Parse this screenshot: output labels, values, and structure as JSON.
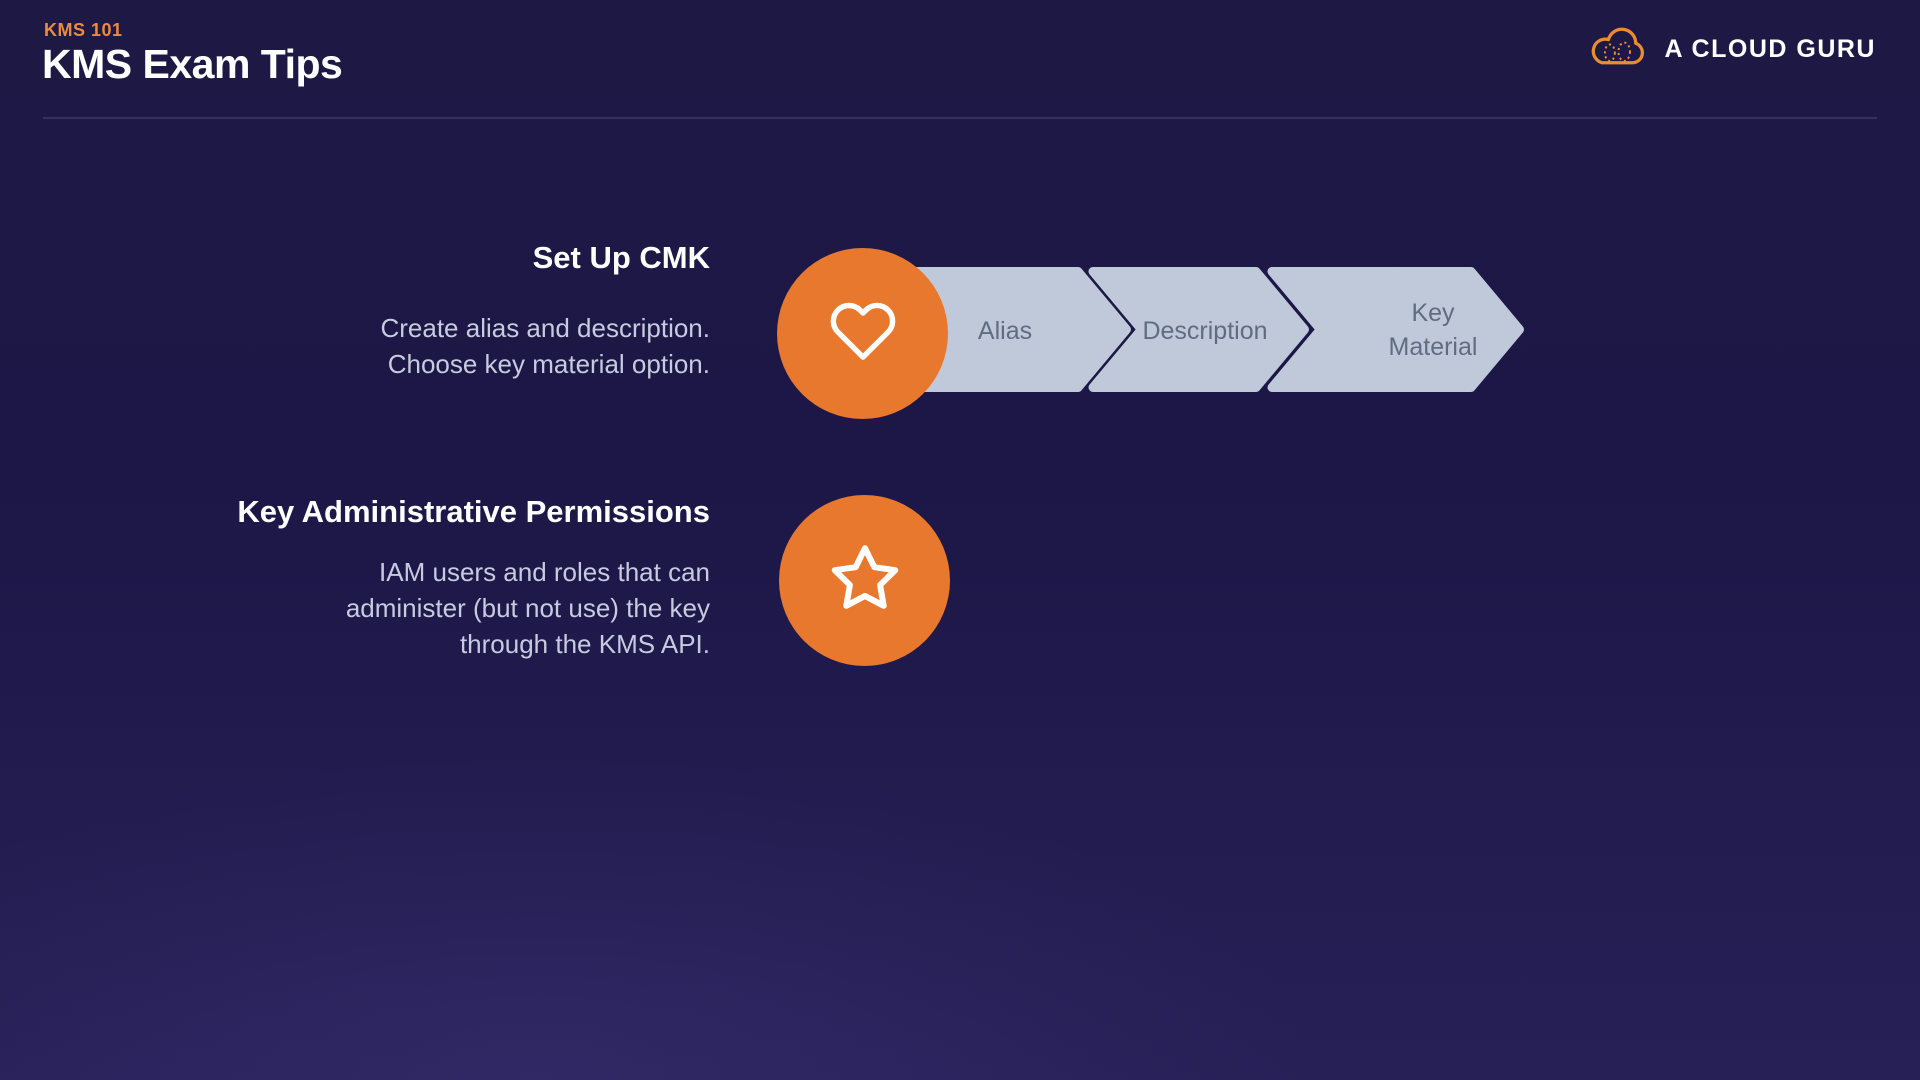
{
  "slide": {
    "kicker": "KMS 101",
    "title": "KMS Exam Tips"
  },
  "logo": {
    "text": "A CLOUD GURU"
  },
  "sections": [
    {
      "heading": "Set Up CMK",
      "body": "Create alias and description.\nChoose key material option.",
      "icon": "heart-icon",
      "steps": [
        "Alias",
        "Description",
        "Key Material"
      ]
    },
    {
      "heading": "Key Administrative Permissions",
      "body": "IAM users and roles that can\nadminister (but not use) the key\nthrough the KMS API.",
      "icon": "star-icon",
      "steps": []
    }
  ],
  "colors": {
    "background_top": "#1E1845",
    "background_bottom": "#272057",
    "accent_orange": "#E8782D",
    "kicker_orange": "#EC8B3E",
    "logo_orange": "#EA8C33",
    "chevron_fill": "#C0C9DA",
    "chevron_text": "#5F6C81",
    "heading_text": "#FFFFFF",
    "body_text": "#C6CBDF"
  }
}
